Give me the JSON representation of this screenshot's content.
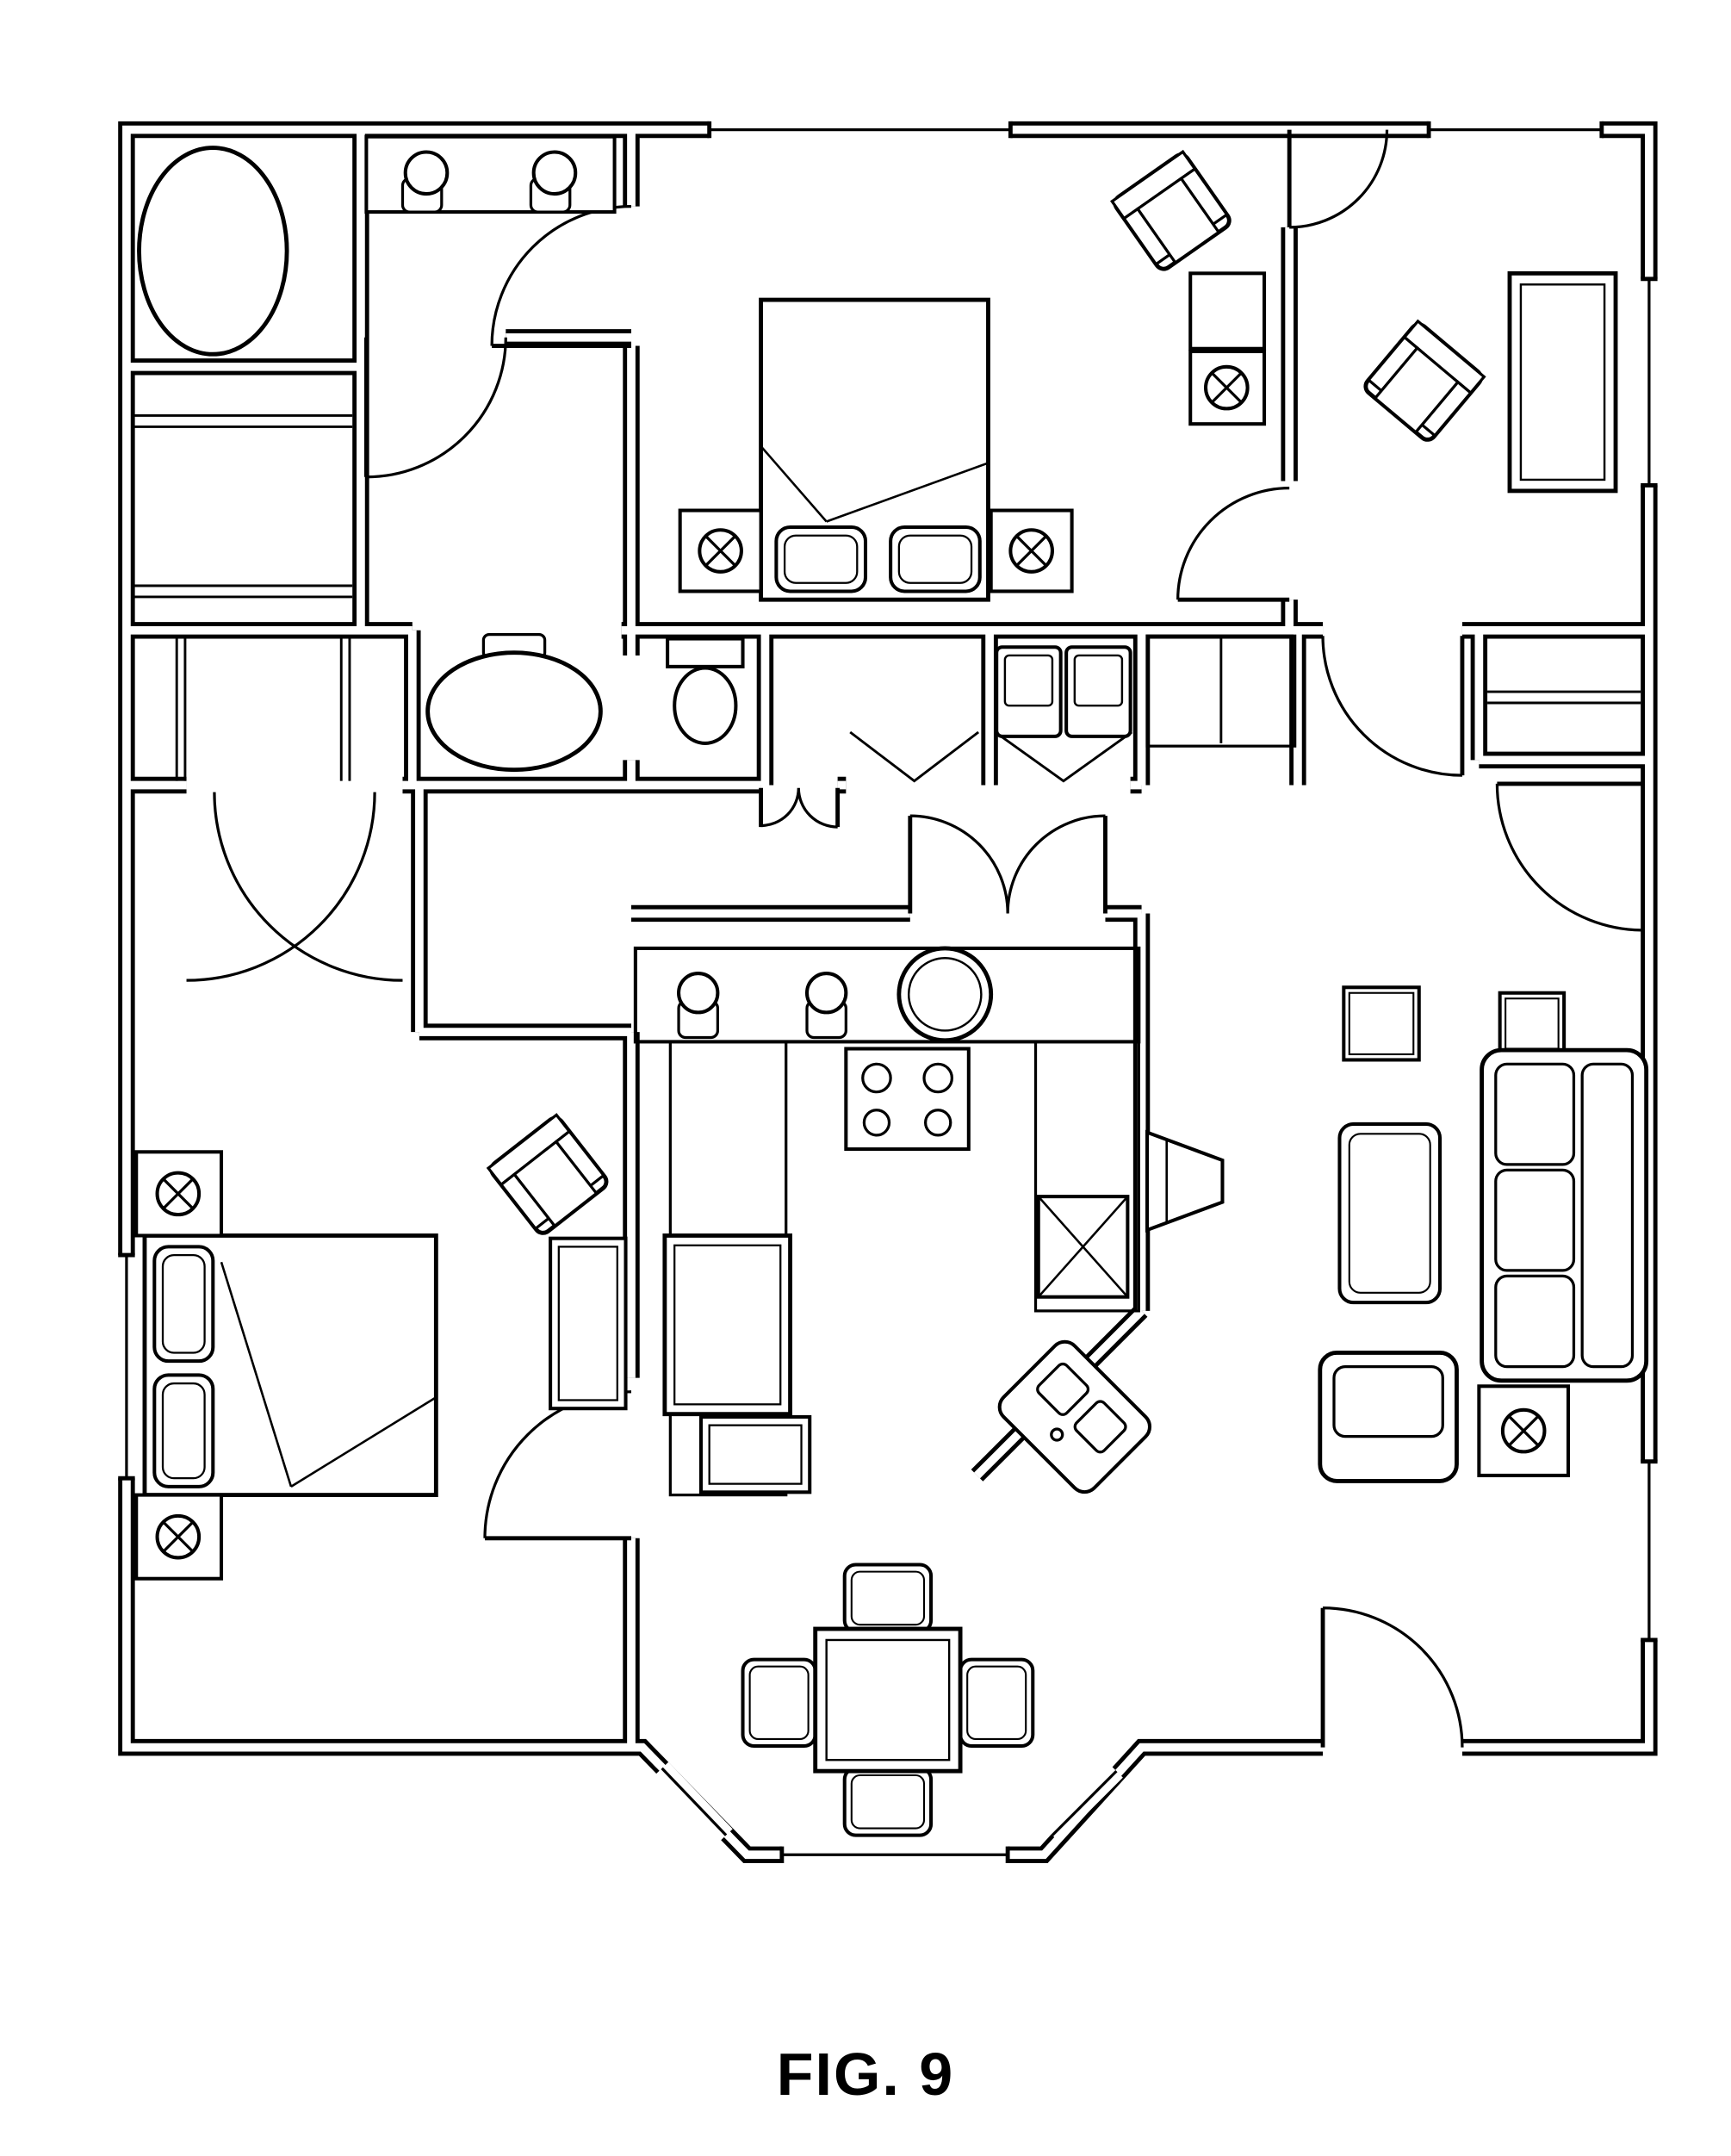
{
  "figure": {
    "label": "FIG. 9"
  },
  "drawing": {
    "type": "architectural-floor-plan",
    "stroke_color": "#000000",
    "background_color": "#ffffff",
    "rooms": [
      "master-bathroom",
      "walk-in-closet",
      "master-bedroom",
      "sitting-room",
      "hall-bathroom",
      "toilet-nook",
      "linen-closet",
      "bifold-closet",
      "laundry-closet",
      "hallway",
      "foyer",
      "entry-closet",
      "kitchen",
      "second-bedroom",
      "living-room",
      "dining-bay"
    ],
    "fixtures": [
      "bathtub",
      "double-vanity-sink",
      "oval-lavatory",
      "toilet",
      "washer",
      "dryer",
      "kitchen-sink-counter",
      "round-basin",
      "cooktop-four-burners",
      "refrigerator",
      "dishwasher",
      "corner-double-sink"
    ],
    "furniture": [
      "double-bed",
      "pillows",
      "nightstand-with-lamp",
      "armchair",
      "sofa",
      "loveseat",
      "coffee-table",
      "side-table",
      "lamp-table",
      "dresser",
      "media-speaker",
      "dining-table-with-four-chairs"
    ],
    "symbols": [
      "door-swing-arc",
      "double-swing-door",
      "bifold-door-chevron",
      "window-line"
    ]
  }
}
